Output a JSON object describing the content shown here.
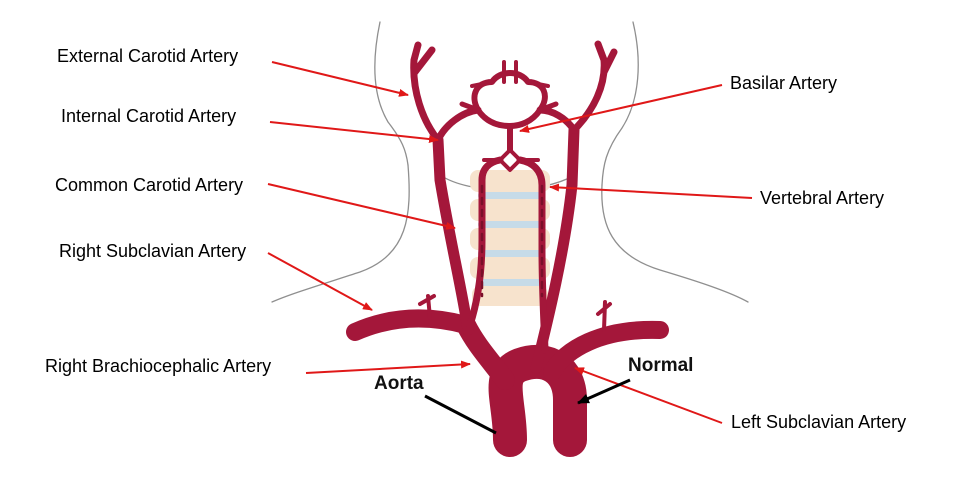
{
  "colors": {
    "artery": "#a4173a",
    "artery_dark": "#7a0f2a",
    "pointer": "#e01818",
    "vertebra": "#f7e3cd",
    "disc": "#c6dbe8",
    "outline": "#8f8f8f",
    "caption_arrow": "#000000"
  },
  "labels": {
    "external_carotid": "External Carotid Artery",
    "internal_carotid": "Internal Carotid Artery",
    "common_carotid": "Common Carotid Artery",
    "right_subclavian": "Right Subclavian Artery",
    "right_brachiocephalic": "Right Brachiocephalic Artery",
    "basilar": "Basilar Artery",
    "vertebral": "Vertebral Artery",
    "left_subclavian": "Left Subclavian Artery"
  },
  "captions": {
    "aorta": "Aorta",
    "normal": "Normal"
  }
}
